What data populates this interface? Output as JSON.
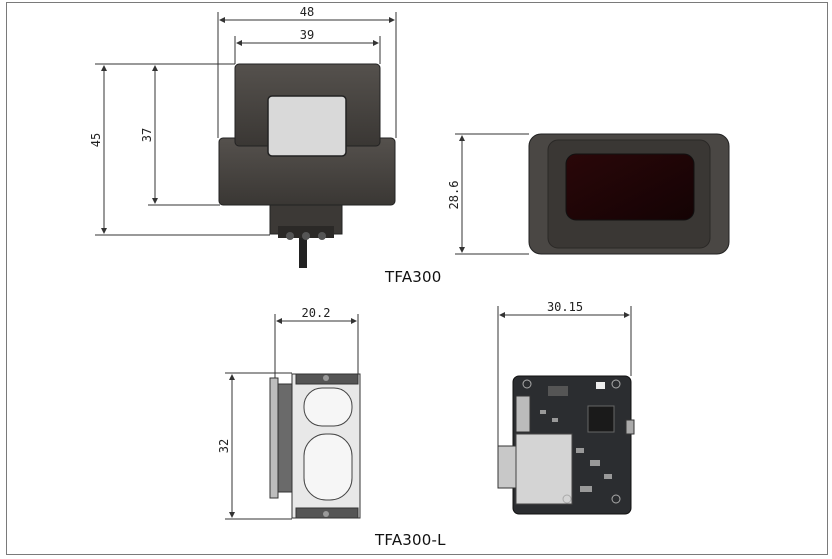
{
  "panels": [
    {
      "caption": "TFA300",
      "dimensions": {
        "front_outer_width": "48",
        "front_inner_width": "39",
        "front_total_height": "45",
        "front_body_height": "37",
        "side_height": "28.6"
      }
    },
    {
      "caption": "TFA300-L",
      "dimensions": {
        "side_width": "20.2",
        "side_height": "32",
        "board_width": "30.15"
      }
    }
  ],
  "colors": {
    "housing": "#4a4744",
    "housing_dark": "#2f2c2a",
    "window": "#d9d9d9",
    "lens": "#1f0608",
    "pcb": "#2b2d30",
    "dim_line": "#333333"
  }
}
